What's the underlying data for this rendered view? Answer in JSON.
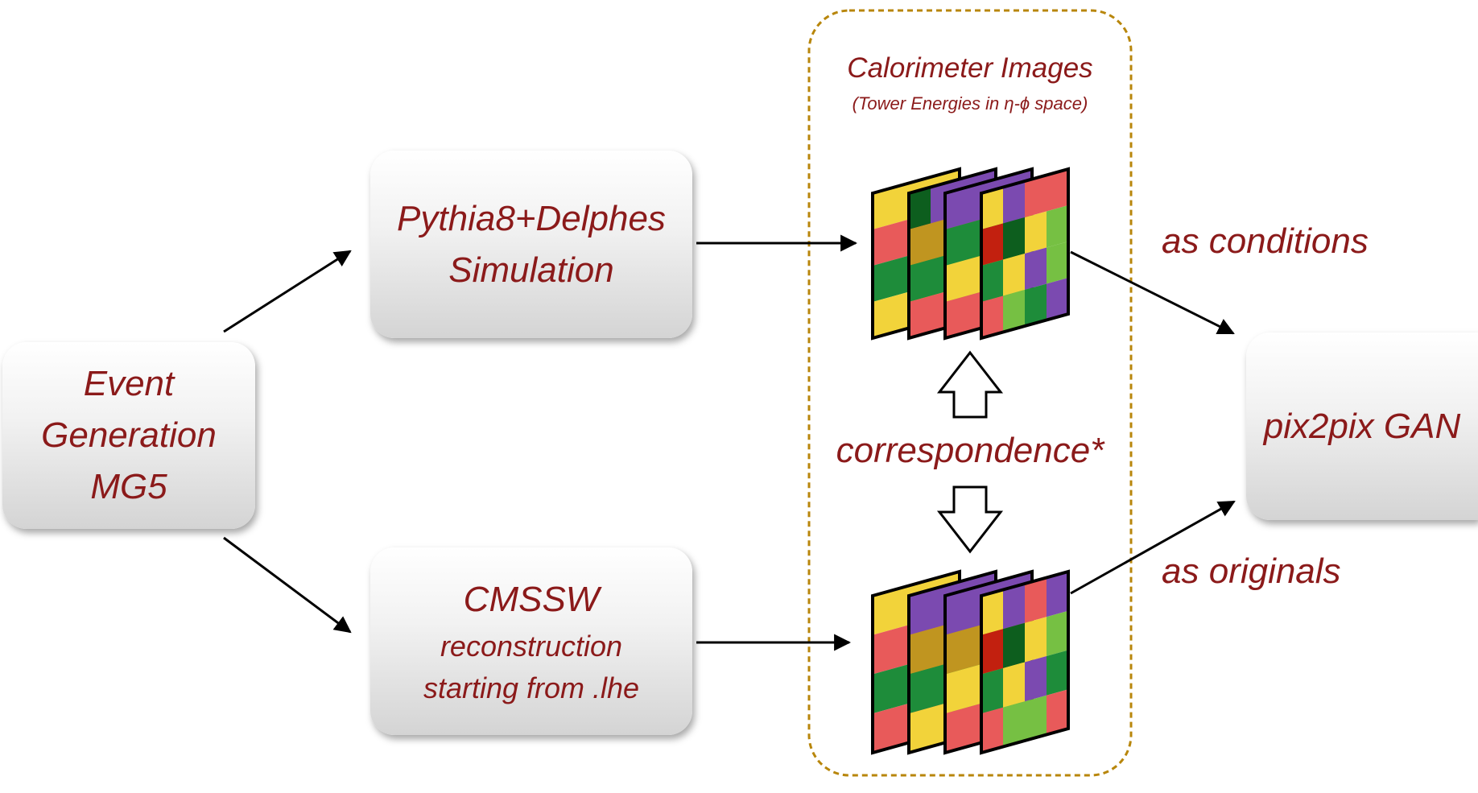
{
  "nodes": {
    "event_generation": {
      "lines": [
        "Event",
        "Generation",
        "MG5"
      ]
    },
    "pythia_delphes": {
      "lines": [
        "Pythia8+Delphes",
        "Simulation"
      ]
    },
    "cmssw": {
      "title": "CMSSW",
      "lines": [
        "reconstruction",
        "starting from .lhe"
      ]
    },
    "gan": {
      "label": "pix2pix GAN"
    }
  },
  "calorimeter": {
    "title": "Calorimeter  Images",
    "subtitle": "(Tower Energies in η-ϕ space)"
  },
  "labels": {
    "correspondence": "correspondence*",
    "as_conditions": "as conditions",
    "as_originals": "as originals"
  },
  "colors": {
    "text": "#8b1a1a",
    "dashed_border": "#b8860b",
    "cell_yellow": "#f2d33a",
    "cell_red": "#e85a5a",
    "cell_green": "#1e8c3a",
    "cell_lightgreen": "#76c043",
    "cell_purple": "#7b4ab0",
    "cell_darkgreen": "#0d5e1e",
    "cell_ochre": "#c09520",
    "cell_darkred": "#c2200f"
  },
  "image_grids": {
    "top": [
      [
        [
          "yellow",
          "yellow",
          "yellow",
          "yellow"
        ],
        [
          "red",
          "red",
          "red",
          "red"
        ],
        [
          "green",
          "green",
          "green",
          "green"
        ],
        [
          "yellow",
          "yellow",
          "yellow",
          "yellow"
        ]
      ],
      [
        [
          "darkgreen",
          "purple",
          "purple",
          "purple"
        ],
        [
          "ochre",
          "ochre",
          "ochre",
          "ochre"
        ],
        [
          "green",
          "green",
          "green",
          "green"
        ],
        [
          "red",
          "red",
          "lightgreen",
          "lightgreen"
        ]
      ],
      [
        [
          "purple",
          "purple",
          "purple",
          "purple"
        ],
        [
          "green",
          "green",
          "green",
          "green"
        ],
        [
          "yellow",
          "yellow",
          "yellow",
          "yellow"
        ],
        [
          "red",
          "red",
          "lightgreen",
          "lightgreen"
        ]
      ],
      [
        [
          "yellow",
          "purple",
          "red",
          "red"
        ],
        [
          "darkred",
          "darkgreen",
          "yellow",
          "lightgreen"
        ],
        [
          "green",
          "yellow",
          "purple",
          "lightgreen"
        ],
        [
          "red",
          "lightgreen",
          "green",
          "purple"
        ]
      ]
    ],
    "bottom": [
      [
        [
          "yellow",
          "yellow",
          "yellow",
          "yellow"
        ],
        [
          "red",
          "red",
          "red",
          "red"
        ],
        [
          "green",
          "green",
          "green",
          "green"
        ],
        [
          "red",
          "red",
          "red",
          "red"
        ]
      ],
      [
        [
          "purple",
          "purple",
          "purple",
          "purple"
        ],
        [
          "ochre",
          "ochre",
          "ochre",
          "ochre"
        ],
        [
          "green",
          "green",
          "green",
          "green"
        ],
        [
          "yellow",
          "yellow",
          "lightgreen",
          "lightgreen"
        ]
      ],
      [
        [
          "purple",
          "purple",
          "purple",
          "purple"
        ],
        [
          "ochre",
          "ochre",
          "ochre",
          "ochre"
        ],
        [
          "yellow",
          "yellow",
          "yellow",
          "yellow"
        ],
        [
          "red",
          "red",
          "lightgreen",
          "lightgreen"
        ]
      ],
      [
        [
          "yellow",
          "purple",
          "red",
          "purple"
        ],
        [
          "darkred",
          "darkgreen",
          "yellow",
          "lightgreen"
        ],
        [
          "green",
          "yellow",
          "purple",
          "green"
        ],
        [
          "red",
          "lightgreen",
          "lightgreen",
          "red"
        ]
      ]
    ]
  }
}
